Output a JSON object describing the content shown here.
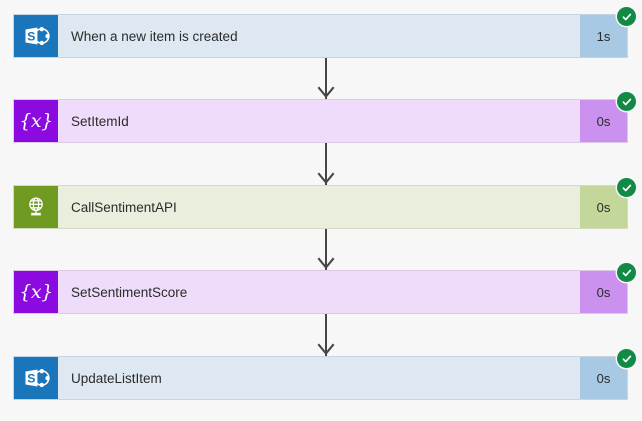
{
  "view": {
    "name": "flow-run-history",
    "background_color": "#f7f7f7",
    "connector_color": "#484644",
    "status_badge_color": "#108a44"
  },
  "steps": [
    {
      "label": "When a new item is created",
      "duration": "1s",
      "status": "succeeded",
      "icon": "sharepoint-icon",
      "icon_bg": "#1b75bb",
      "body_bg": "#dee8f2",
      "duration_bg": "#a8c9e4",
      "border": "#c7d5e2"
    },
    {
      "label": "SetItemId",
      "duration": "0s",
      "status": "succeeded",
      "icon": "variable-icon",
      "icon_bg": "#8a0ae0",
      "body_bg": "#eedcfa",
      "duration_bg": "#ca91ef",
      "border": "#dcc9e8"
    },
    {
      "label": "CallSentimentAPI",
      "duration": "0s",
      "status": "succeeded",
      "icon": "http-globe-icon",
      "icon_bg": "#709b22",
      "body_bg": "#e9efdc",
      "duration_bg": "#c3d79a",
      "border": "#d2dcc0"
    },
    {
      "label": "SetSentimentScore",
      "duration": "0s",
      "status": "succeeded",
      "icon": "variable-icon",
      "icon_bg": "#8a0ae0",
      "body_bg": "#eedcfa",
      "duration_bg": "#ca91ef",
      "border": "#dcc9e8"
    },
    {
      "label": "UpdateListItem",
      "duration": "0s",
      "status": "succeeded",
      "icon": "sharepoint-icon",
      "icon_bg": "#1b75bb",
      "body_bg": "#dee8f2",
      "duration_bg": "#a8c9e4",
      "border": "#c7d5e2"
    }
  ],
  "connectors": [
    {
      "from": 0,
      "to": 1
    },
    {
      "from": 1,
      "to": 2
    },
    {
      "from": 2,
      "to": 3
    },
    {
      "from": 3,
      "to": 4
    }
  ]
}
